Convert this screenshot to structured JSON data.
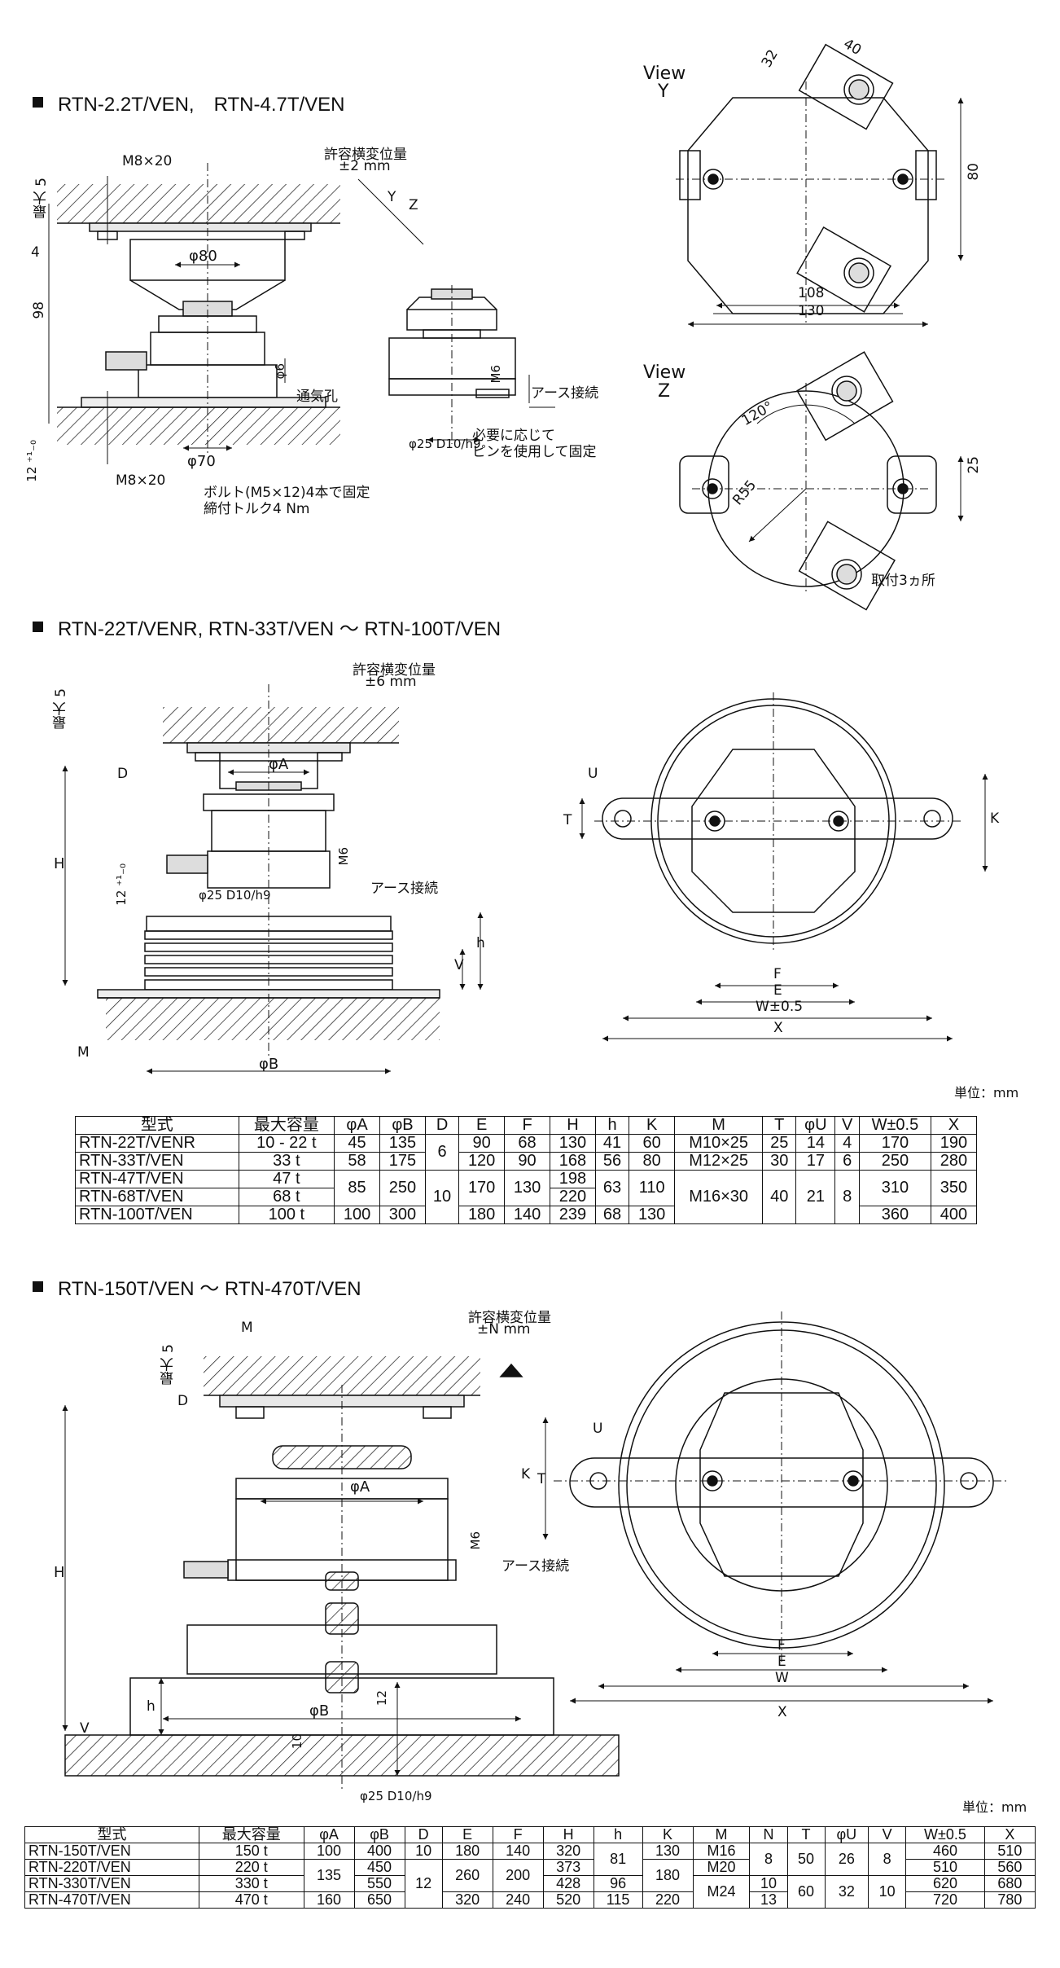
{
  "section1": {
    "title": "RTN-2.2T/VEN,　RTN-4.7T/VEN",
    "labels": {
      "m8_top": "M8×20",
      "m8_bottom": "M8×20",
      "max5": "最大 5",
      "four": "4",
      "ninetyeight": "98",
      "twelve": "12 ⁺¹₋₀",
      "phi80": "φ80",
      "phi70": "φ70",
      "phi6": "φ6",
      "vent": "通気孔",
      "allow_title": "許容横変位量",
      "allow_value": "±2 mm",
      "y": "Y",
      "z": "Z",
      "m6": "M6",
      "earth": "アース接続",
      "phi25": "φ25 D10/h9",
      "pin_note1": "必要に応じて",
      "pin_note2": "ピンを使用して固定",
      "bolt_note1": "ボルト(M5×12)4本で固定",
      "bolt_note2": "締付トルク4 Nm",
      "view_y1": "View",
      "view_y2": "Y",
      "dim32": "32",
      "dim40": "40",
      "dim80": "80",
      "dim108": "108",
      "dim130": "130",
      "view_z1": "View",
      "view_z2": "Z",
      "dim120": "120°",
      "r55": "R55",
      "dim25": "25",
      "mount3": "取付3ヵ所"
    }
  },
  "section2": {
    "title": "RTN-22T/VENR, RTN-33T/VEN ～ RTN-100T/VEN",
    "labels": {
      "allow_title": "許容横変位量",
      "allow_value": "±6 mm",
      "max5": "最大 5",
      "d": "D",
      "phiA": "φA",
      "h_big": "H",
      "m6": "M6",
      "twelve": "12 ⁺¹₋₀",
      "phi25": "φ25 D10/h9",
      "earth": "アース接続",
      "h_small": "h",
      "v": "V",
      "m": "M",
      "phiB": "φB",
      "u": "U",
      "t": "T",
      "k": "K",
      "f": "F",
      "e": "E",
      "w": "W±0.5",
      "x": "X"
    },
    "unit": "単位：mm",
    "table": {
      "headers": [
        "型式",
        "最大容量",
        "φA",
        "φB",
        "D",
        "E",
        "F",
        "H",
        "h",
        "K",
        "M",
        "T",
        "φU",
        "V",
        "W±0.5",
        "X"
      ],
      "rows": [
        {
          "model": "RTN-22T/VENR",
          "cap": "10 - 22 t",
          "A": "45",
          "B": "135",
          "D": "6",
          "E": "90",
          "F": "68",
          "H": "130",
          "h": "41",
          "K": "60",
          "M": "M10×25",
          "T": "25",
          "U": "14",
          "V": "4",
          "W": "170",
          "X": "190"
        },
        {
          "model": "RTN-33T/VEN",
          "cap": "33 t",
          "A": "58",
          "B": "175",
          "E": "120",
          "F": "90",
          "H": "168",
          "h": "56",
          "K": "80",
          "M": "M12×25",
          "T": "30",
          "U": "17",
          "V": "6",
          "W": "250",
          "X": "280"
        },
        {
          "model": "RTN-47T/VEN",
          "cap": "47 t",
          "A": "85",
          "B": "250",
          "D": "10",
          "E": "170",
          "F": "130",
          "H": "198",
          "h": "63",
          "K": "110",
          "M": "M16×30",
          "T": "40",
          "U": "21",
          "V": "8",
          "W": "310",
          "X": "350"
        },
        {
          "model": "RTN-68T/VEN",
          "cap": "68 t",
          "H": "220"
        },
        {
          "model": "RTN-100T/VEN",
          "cap": "100 t",
          "A": "100",
          "B": "300",
          "E": "180",
          "F": "140",
          "H": "239",
          "h": "68",
          "K": "130",
          "W": "360",
          "X": "400"
        }
      ]
    }
  },
  "section3": {
    "title": "RTN-150T/VEN ～ RTN-470T/VEN",
    "labels": {
      "allow_title": "許容横変位量",
      "allow_value": "±N mm",
      "m": "M",
      "max5": "最大 5",
      "d": "D",
      "phiA": "φA",
      "h_big": "H",
      "m6": "M6",
      "earth": "アース接続",
      "h_small": "h",
      "phiB": "φB",
      "twelve": "12",
      "ten": "10",
      "v": "V",
      "phi25": "φ25 D10/h9",
      "u": "U",
      "k": "K",
      "t": "T",
      "f": "F",
      "e": "E",
      "w": "W",
      "x": "X"
    },
    "unit": "単位：mm",
    "table": {
      "headers": [
        "型式",
        "最大容量",
        "φA",
        "φB",
        "D",
        "E",
        "F",
        "H",
        "h",
        "K",
        "M",
        "N",
        "T",
        "φU",
        "V",
        "W±0.5",
        "X"
      ],
      "rows": [
        {
          "model": "RTN-150T/VEN",
          "cap": "150 t",
          "A": "100",
          "B": "400",
          "D": "10",
          "E": "180",
          "F": "140",
          "H": "320",
          "h": "81",
          "K": "130",
          "M": "M16",
          "N": "8",
          "T": "50",
          "U": "26",
          "V": "8",
          "W": "460",
          "X": "510"
        },
        {
          "model": "RTN-220T/VEN",
          "cap": "220 t",
          "A": "135",
          "B": "450",
          "H": "373",
          "K": "180",
          "M": "M20",
          "W": "510",
          "X": "560"
        },
        {
          "model": "RTN-330T/VEN",
          "cap": "330 t",
          "B": "550",
          "D": "12",
          "E": "260",
          "F": "200",
          "H": "428",
          "h": "96",
          "M": "M24",
          "N": "10",
          "T": "60",
          "U": "32",
          "V": "10",
          "W": "620",
          "X": "680"
        },
        {
          "model": "RTN-470T/VEN",
          "cap": "470 t",
          "A": "160",
          "B": "650",
          "E": "320",
          "F": "240",
          "H": "520",
          "h": "115",
          "K": "220",
          "N": "13",
          "W": "720",
          "X": "780"
        }
      ]
    }
  }
}
